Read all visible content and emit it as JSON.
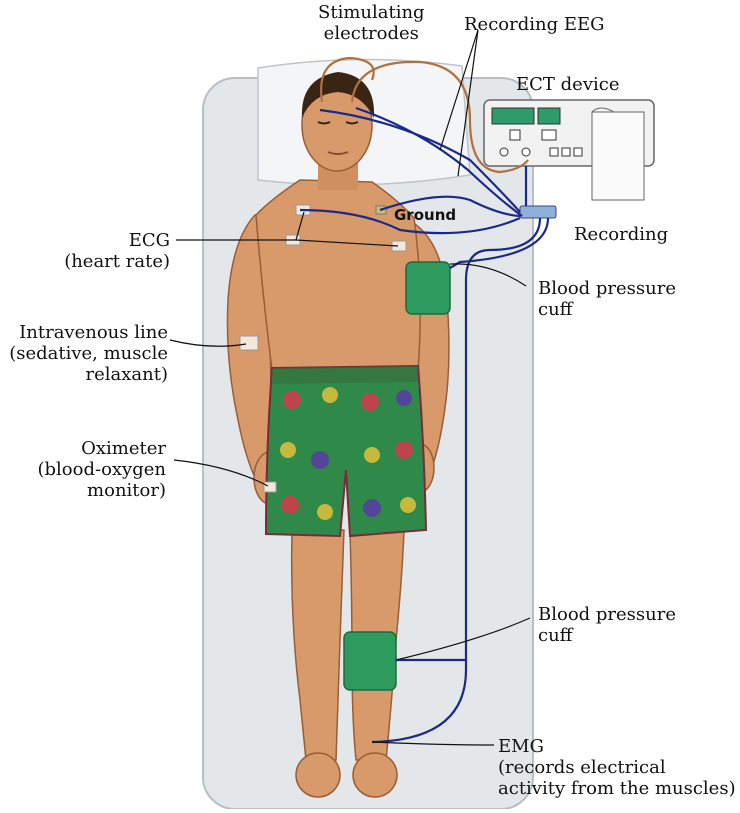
{
  "labels": {
    "stimulating_electrodes": [
      "Stimulating",
      "electrodes"
    ],
    "recording_eeg": "Recording EEG",
    "ect_device": "ECT device",
    "ground": "Ground",
    "recording": "Recording",
    "ecg": [
      "ECG",
      "(heart rate)"
    ],
    "bp_cuff_arm": [
      "Blood pressure",
      "cuff"
    ],
    "iv_line": [
      "Intravenous line",
      "(sedative, muscle",
      "relaxant)"
    ],
    "oximeter": [
      "Oximeter",
      "(blood-oxygen",
      "monitor)"
    ],
    "bp_cuff_leg": [
      "Blood pressure",
      "cuff"
    ],
    "emg": [
      "EMG",
      "(records electrical",
      "activity from the muscles)"
    ]
  },
  "colors": {
    "skin": "#d89a6a",
    "skin_shadow": "#b8764a",
    "bed": "#e6e8ea",
    "cuff": "#2e9b5e",
    "wire_blue": "#1b2a8a",
    "wire_brown": "#b07040",
    "device": "#f2f2f2",
    "screen": "#2f9a6a"
  }
}
